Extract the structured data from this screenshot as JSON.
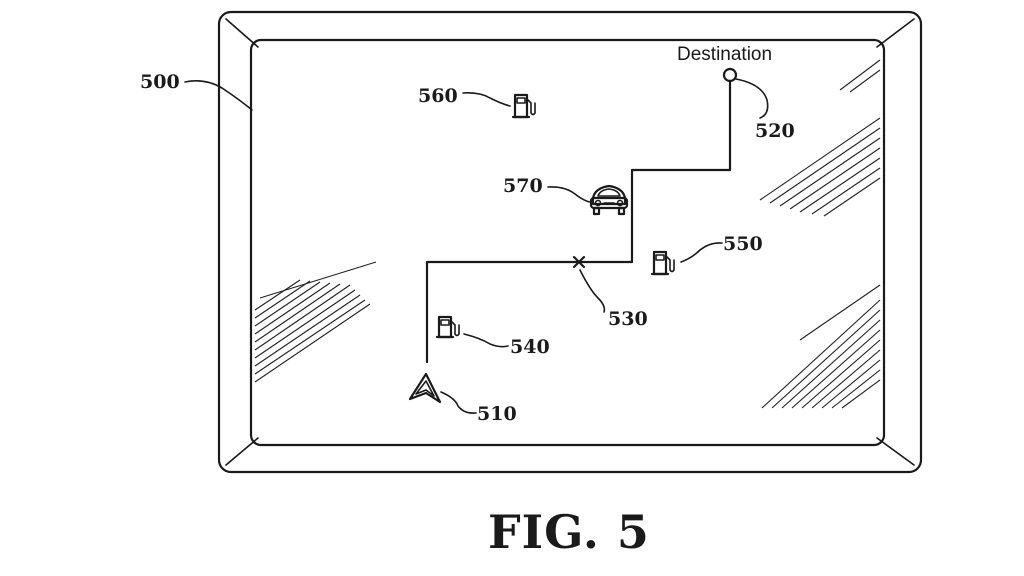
{
  "figure": {
    "caption": "FIG. 5",
    "labels": {
      "device": "500",
      "current_location": "510",
      "destination_marker": "520",
      "route_point": "530",
      "fuel_station_1": "540",
      "fuel_station_2": "550",
      "fuel_station_3": "560",
      "vehicle": "570"
    },
    "destination_text": "Destination",
    "icons": {
      "current_location": "navigation-arrow-icon",
      "destination": "circle-marker-icon",
      "route_point": "x-mark-icon",
      "fuel_station": "fuel-pump-icon",
      "vehicle": "car-icon"
    }
  }
}
